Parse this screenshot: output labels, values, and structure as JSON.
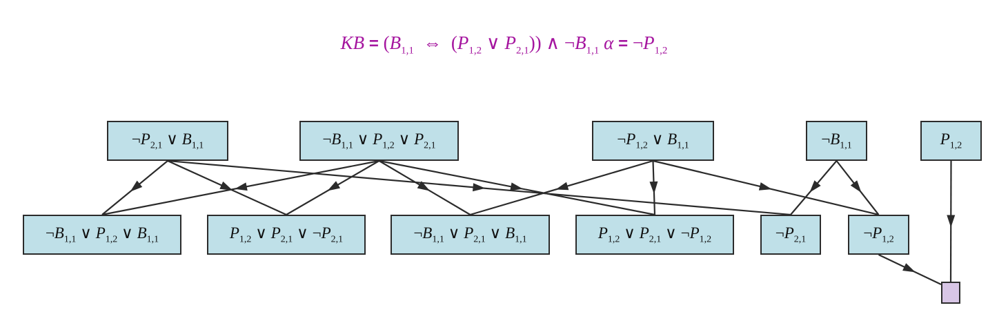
{
  "formula": {
    "kb": "KB",
    "eq": "=",
    "part1": "(",
    "b11_a": "B",
    "sub11": "1,1",
    "iff": "  ⇔  (",
    "p12": "P",
    "sub12": "1,2",
    "or": " ∨ ",
    "p21": "P",
    "sub21": "2,1",
    "close": ")) ∧ ¬",
    "b11_b": "B",
    "alpha": "α",
    "eq2": "=",
    "neg": "¬",
    "p12b": "P"
  },
  "nodes": [
    {
      "id": "n1",
      "clause": "¬P2,1 ∨ B1,1"
    },
    {
      "id": "n2",
      "clause": "¬B1,1 ∨ P1,2 ∨ P2,1"
    },
    {
      "id": "n3",
      "clause": "¬P1,2 ∨ B1,1"
    },
    {
      "id": "n4",
      "clause": "¬B1,1"
    },
    {
      "id": "n5",
      "clause": "P1,2"
    },
    {
      "id": "n6",
      "clause": "¬B1,1 ∨ P1,2 ∨ B1,1"
    },
    {
      "id": "n7",
      "clause": "P1,2 ∨ P2,1 ∨ ¬P2,1"
    },
    {
      "id": "n8",
      "clause": "¬B1,1 ∨ P2,1 ∨ B1,1"
    },
    {
      "id": "n9",
      "clause": "P1,2 ∨ P2,1 ∨ ¬P1,2"
    },
    {
      "id": "n10",
      "clause": "¬P2,1"
    },
    {
      "id": "n11",
      "clause": "¬P1,2"
    }
  ],
  "edges": [
    {
      "from": "n1",
      "to": "n6"
    },
    {
      "from": "n1",
      "to": "n7"
    },
    {
      "from": "n1",
      "to": "n10"
    },
    {
      "from": "n2",
      "to": "n6"
    },
    {
      "from": "n2",
      "to": "n7"
    },
    {
      "from": "n2",
      "to": "n8"
    },
    {
      "from": "n2",
      "to": "n9"
    },
    {
      "from": "n3",
      "to": "n8"
    },
    {
      "from": "n3",
      "to": "n9"
    },
    {
      "from": "n3",
      "to": "n11"
    },
    {
      "from": "n4",
      "to": "n10"
    },
    {
      "from": "n4",
      "to": "n11"
    },
    {
      "from": "n5",
      "to": "empty"
    },
    {
      "from": "n11",
      "to": "empty"
    }
  ]
}
